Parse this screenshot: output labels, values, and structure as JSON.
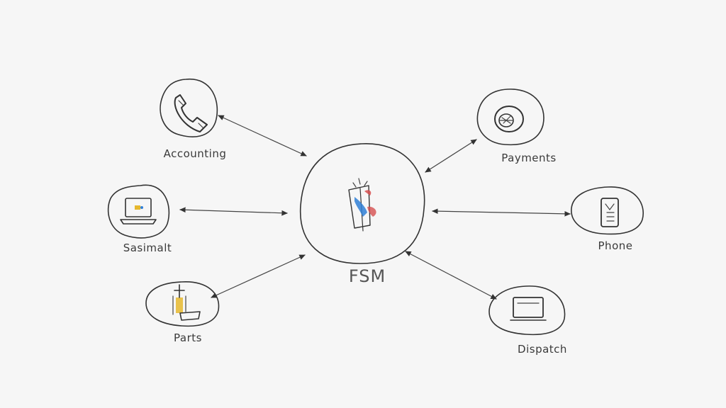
{
  "diagram": {
    "hub": {
      "label": "FSM"
    },
    "nodes": [
      {
        "id": "accounting",
        "label": "Accounting",
        "icon": "phone-handset-icon"
      },
      {
        "id": "sasimalt",
        "label": "Sasimalt",
        "icon": "laptop-icon"
      },
      {
        "id": "parts",
        "label": "Parts",
        "icon": "parts-tools-icon"
      },
      {
        "id": "payments",
        "label": "Payments",
        "icon": "coin-icon"
      },
      {
        "id": "phone",
        "label": "Phone",
        "icon": "mobile-phone-icon"
      },
      {
        "id": "dispatch",
        "label": "Dispatch",
        "icon": "dispatch-screen-icon"
      }
    ],
    "colors": {
      "ink": "#333333",
      "background": "#f6f6f6",
      "accent_blue": "#2f7fd6",
      "accent_red": "#d65050",
      "accent_yellow": "#e6b82e"
    }
  }
}
